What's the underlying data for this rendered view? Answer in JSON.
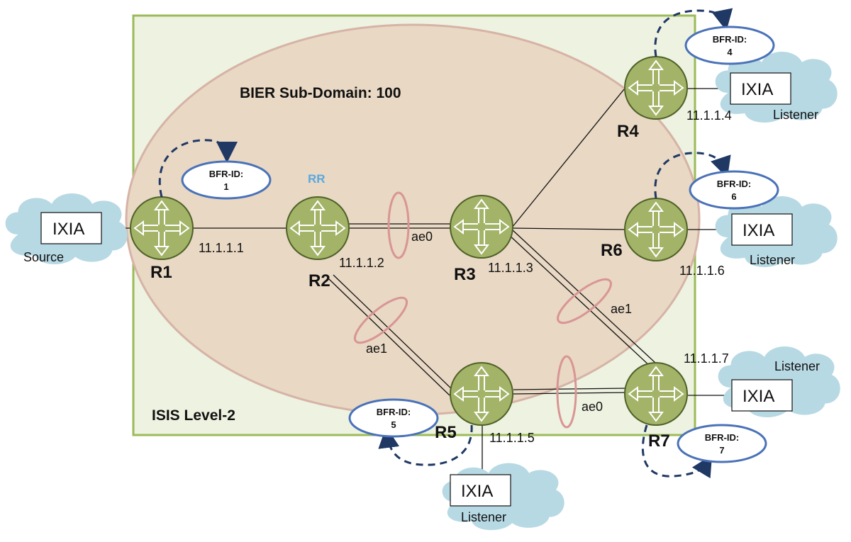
{
  "colors": {
    "isis_box_fill": "#eef2e1",
    "isis_box_stroke": "#9bbb59",
    "bier_ellipse_fill": "#e8d8c4",
    "bier_ellipse_stroke": "#d6b3a6",
    "router_fill": "#a3b468",
    "router_stroke": "#4f6128",
    "router_arrow": "#ffffff",
    "cloud_fill": "#b7d9e4",
    "ae_ring": "#d99594",
    "bfr_stroke": "#4a72b8",
    "rr_label": "#5aa8e0",
    "dashed_arrow": "#1f3864"
  },
  "labels": {
    "isis": "ISIS Level-2",
    "bier": "BIER Sub-Domain: 100",
    "rr": "RR"
  },
  "routers": {
    "r1": {
      "name": "R1",
      "ip": "11.1.1.1"
    },
    "r2": {
      "name": "R2",
      "ip": "11.1.1.2"
    },
    "r3": {
      "name": "R3",
      "ip": "11.1.1.3"
    },
    "r4": {
      "name": "R4",
      "ip": "11.1.1.4"
    },
    "r5": {
      "name": "R5",
      "ip": "11.1.1.5"
    },
    "r6": {
      "name": "R6",
      "ip": "11.1.1.6"
    },
    "r7": {
      "name": "R7",
      "ip": "11.1.1.7"
    }
  },
  "bfr_ids": {
    "b1": {
      "label": "BFR-ID:",
      "value": "1"
    },
    "b4": {
      "label": "BFR-ID:",
      "value": "4"
    },
    "b5": {
      "label": "BFR-ID:",
      "value": "5"
    },
    "b6": {
      "label": "BFR-ID:",
      "value": "6"
    },
    "b7": {
      "label": "BFR-ID:",
      "value": "7"
    }
  },
  "ixia": {
    "source": {
      "box": "IXIA",
      "role": "Source"
    },
    "r4": {
      "box": "IXIA",
      "role": "Listener"
    },
    "r6": {
      "box": "IXIA",
      "role": "Listener"
    },
    "r7": {
      "box": "IXIA",
      "role": "Listener"
    },
    "r5": {
      "box": "IXIA",
      "role": "Listener"
    }
  },
  "bundles": {
    "r2r3": "ae0",
    "r2r5": "ae1",
    "r3r7": "ae1",
    "r5r7": "ae0"
  }
}
